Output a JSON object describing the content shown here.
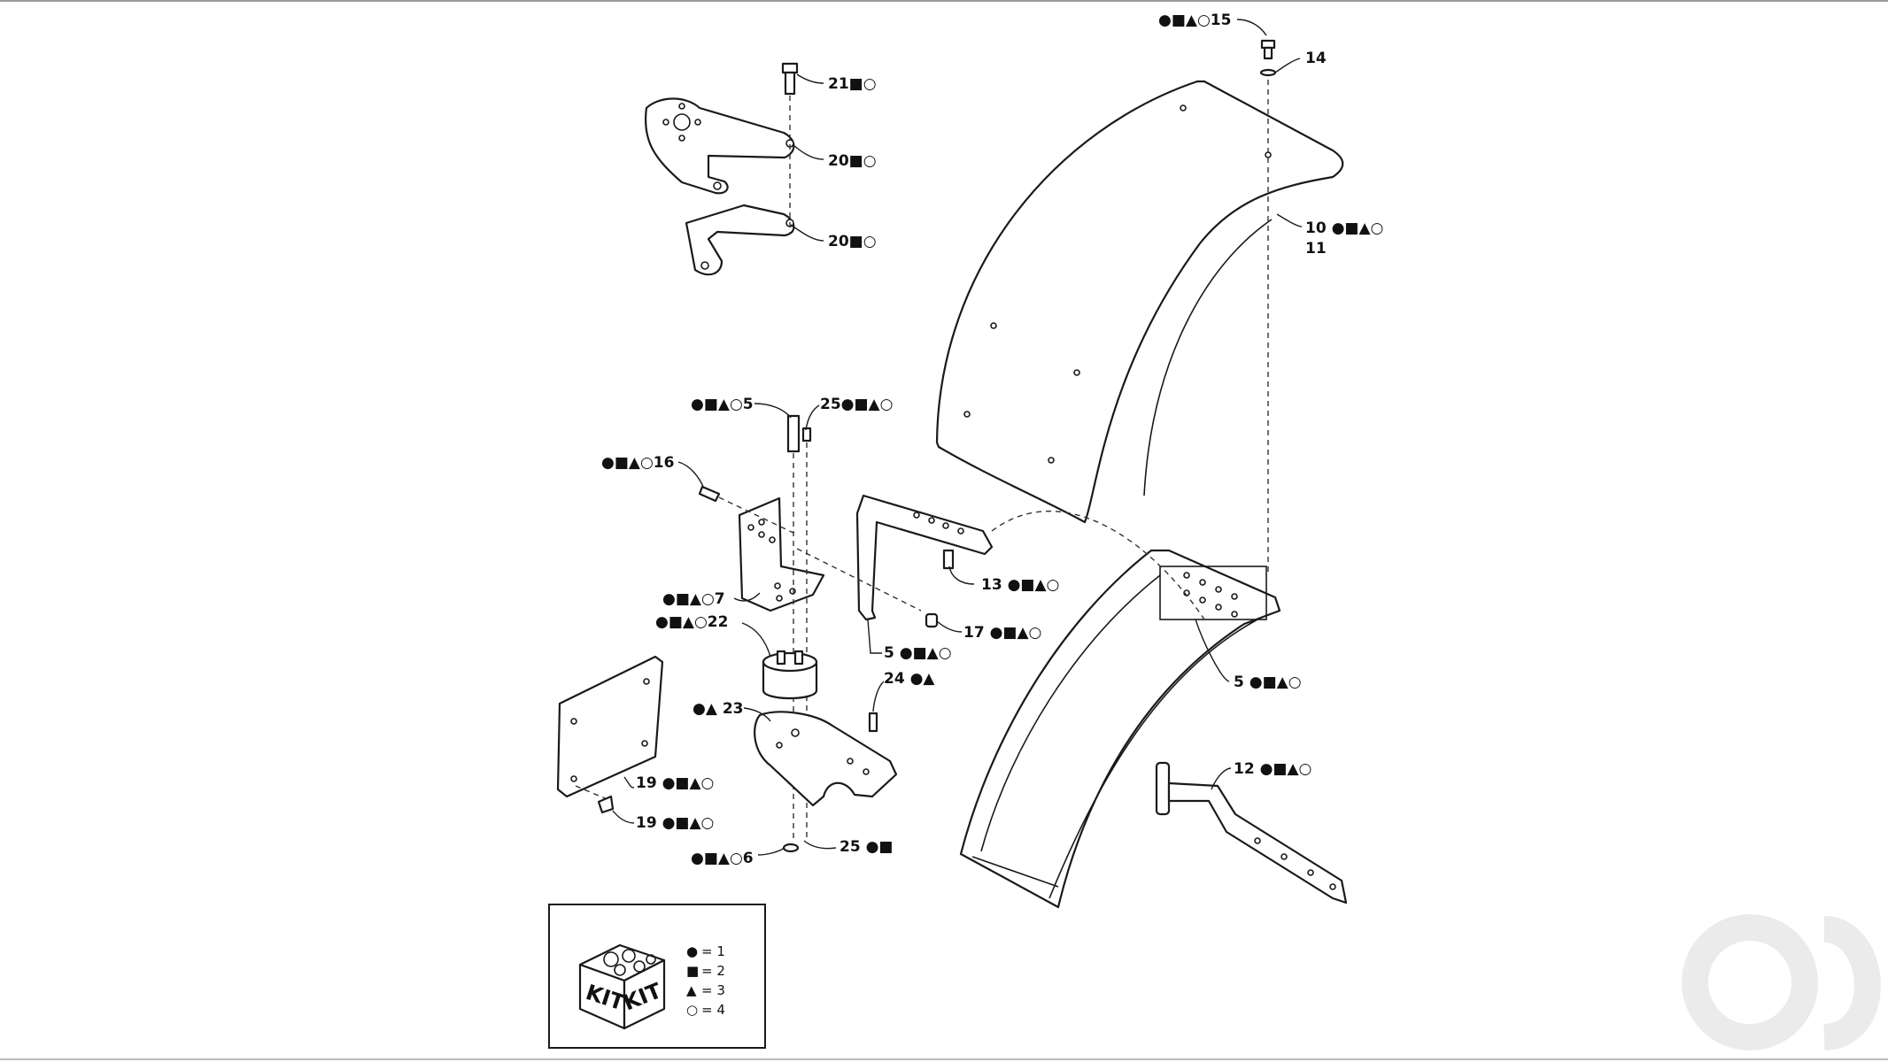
{
  "diagram": {
    "callouts": {
      "c15": "●■▲○15",
      "c14": "14",
      "c21": "21■○",
      "c20a": "20■○",
      "c20b": "20■○",
      "c10": "10 ●■▲○",
      "c11": "11",
      "c5top": "●■▲○5",
      "c25top": "25●■▲○",
      "c16": "●■▲○16",
      "c13": "13 ●■▲○",
      "c7": "●■▲○7",
      "c17": "17 ●■▲○",
      "c22": "●■▲○22",
      "c5mid": "5 ●■▲○",
      "c24": "24 ●▲",
      "c23": "●▲ 23",
      "c5right": "5 ●■▲○",
      "c12": "12 ●■▲○",
      "c19a": "19 ●■▲○",
      "c19b": "19 ●■▲○",
      "c6": "●■▲○6",
      "c25bot": "25 ●■"
    },
    "kit": {
      "box_labels": [
        "KIT",
        "KIT"
      ],
      "legend": [
        {
          "symbol": "●",
          "text": "= 1"
        },
        {
          "symbol": "■",
          "text": "= 2"
        },
        {
          "symbol": "▲",
          "text": "= 3"
        },
        {
          "symbol": "○",
          "text": "= 4"
        }
      ]
    }
  }
}
